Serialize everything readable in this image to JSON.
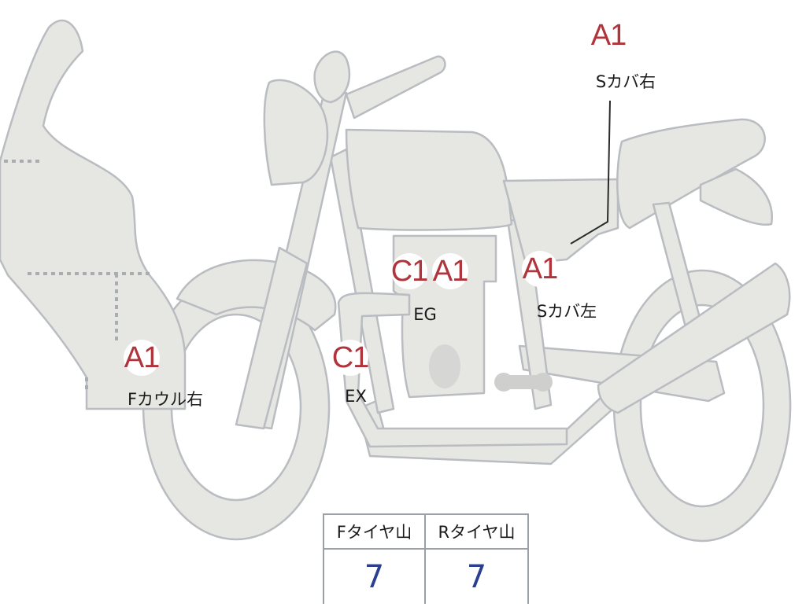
{
  "grades": [
    {
      "id": "s-cover-right-grade",
      "grade": "A1"
    },
    {
      "id": "eg-grade-c",
      "grade": "C1"
    },
    {
      "id": "eg-grade-a",
      "grade": "A1"
    },
    {
      "id": "s-cover-left-grade",
      "grade": "A1"
    },
    {
      "id": "f-cowl-right-grade",
      "grade": "A1"
    },
    {
      "id": "ex-grade",
      "grade": "C1"
    }
  ],
  "labels": {
    "s_cover_right": "Sカバ右",
    "s_cover_left": "Sカバ左",
    "engine": "EG",
    "exhaust": "EX",
    "f_cowl_right": "Fカウル右"
  },
  "tire_table": {
    "headers": [
      "Fタイヤ山",
      "Rタイヤ山"
    ],
    "values": [
      "7",
      "7"
    ]
  },
  "colors": {
    "body_fill": "#e6e6e3",
    "body_stroke": "#b9bcc0",
    "grade_text": "#b0343b",
    "value_text": "#2a3f8f"
  }
}
